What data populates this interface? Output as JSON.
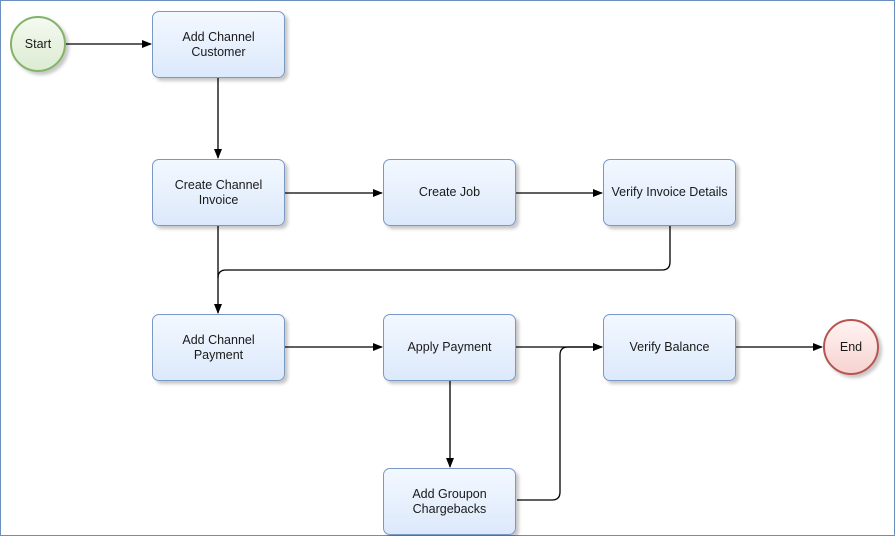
{
  "diagram": {
    "start_label": "Start",
    "end_label": "End",
    "nodes": {
      "add_channel_customer": "Add Channel\nCustomer",
      "create_channel_invoice": "Create Channel\nInvoice",
      "create_job": "Create Job",
      "verify_invoice_details": "Verify Invoice Details",
      "add_channel_payment": "Add Channel\nPayment",
      "apply_payment": "Apply Payment",
      "verify_balance": "Verify Balance",
      "add_groupon_chargebacks": "Add Groupon\nChargebacks"
    },
    "colors": {
      "task_border": "#7a98c4",
      "task_fill": "#dce9fb",
      "start_border": "#82b366",
      "end_border": "#b85450",
      "connector": "#000000"
    }
  }
}
